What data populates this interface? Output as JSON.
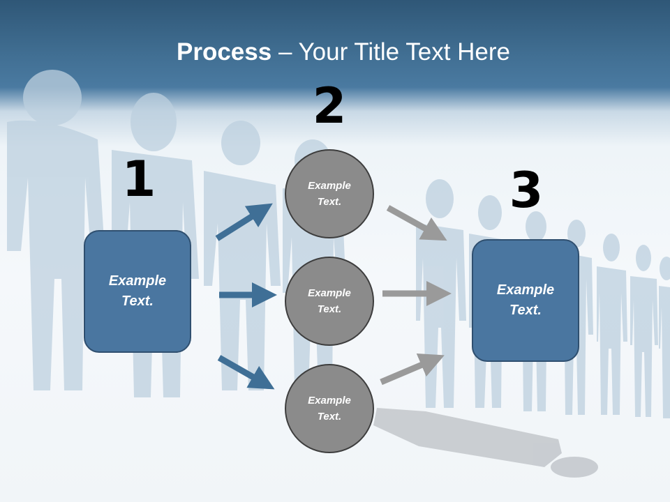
{
  "title": {
    "bold": "Process",
    "rest": " – Your Title Text Here"
  },
  "steps": {
    "one": "1",
    "two": "2",
    "three": "3"
  },
  "left_box": {
    "line1": "Example",
    "line2": "Text."
  },
  "circles": [
    {
      "line1": "Example",
      "line2": "Text."
    },
    {
      "line1": "Example",
      "line2": "Text."
    },
    {
      "line1": "Example",
      "line2": "Text."
    }
  ],
  "right_box": {
    "line1": "Example",
    "line2": "Text."
  },
  "colors": {
    "box": "#4a76a0",
    "circle": "#8b8b8b",
    "blue_arrow": "#3f6f96",
    "gray_arrow": "#9a9a9a",
    "header": "#416f93"
  }
}
